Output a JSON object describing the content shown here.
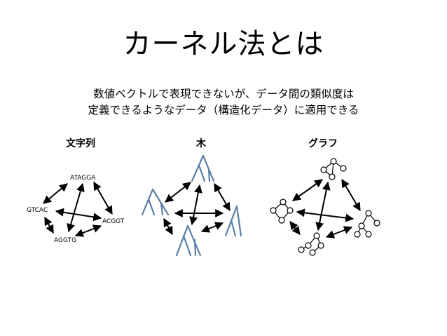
{
  "slide": {
    "title": "カーネル法とは",
    "subtitle_line1": "数値ベクトルで表現できないが、データ間の類似度は",
    "subtitle_line2": "定義できるようなデータ（構造化データ）に適用できる"
  },
  "columns": {
    "strings": {
      "heading": "文字列",
      "nodes": [
        "ATAGGA",
        "GTCAC",
        "ACGGT",
        "AGGTG"
      ]
    },
    "trees": {
      "heading": "木"
    },
    "graphs": {
      "heading": "グラフ"
    }
  },
  "colors": {
    "tree_stroke": "#5b7fa6",
    "arrow": "#000000"
  }
}
